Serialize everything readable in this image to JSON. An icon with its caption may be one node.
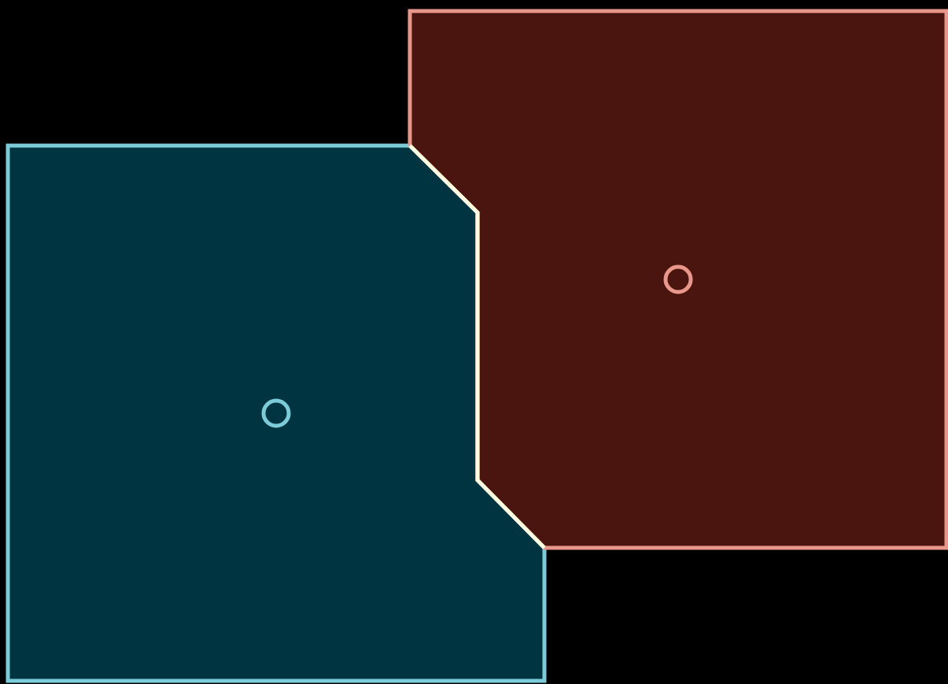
{
  "diagram": {
    "nodes": [
      {
        "text": [],
        "shape": "box"
      },
      {
        "text": [],
        "shape": "circle",
        "in": 0
      },
      {
        "text": [],
        "shape": "box"
      },
      {
        "text": [],
        "shape": "circle",
        "in": 2
      }
    ]
  }
}
